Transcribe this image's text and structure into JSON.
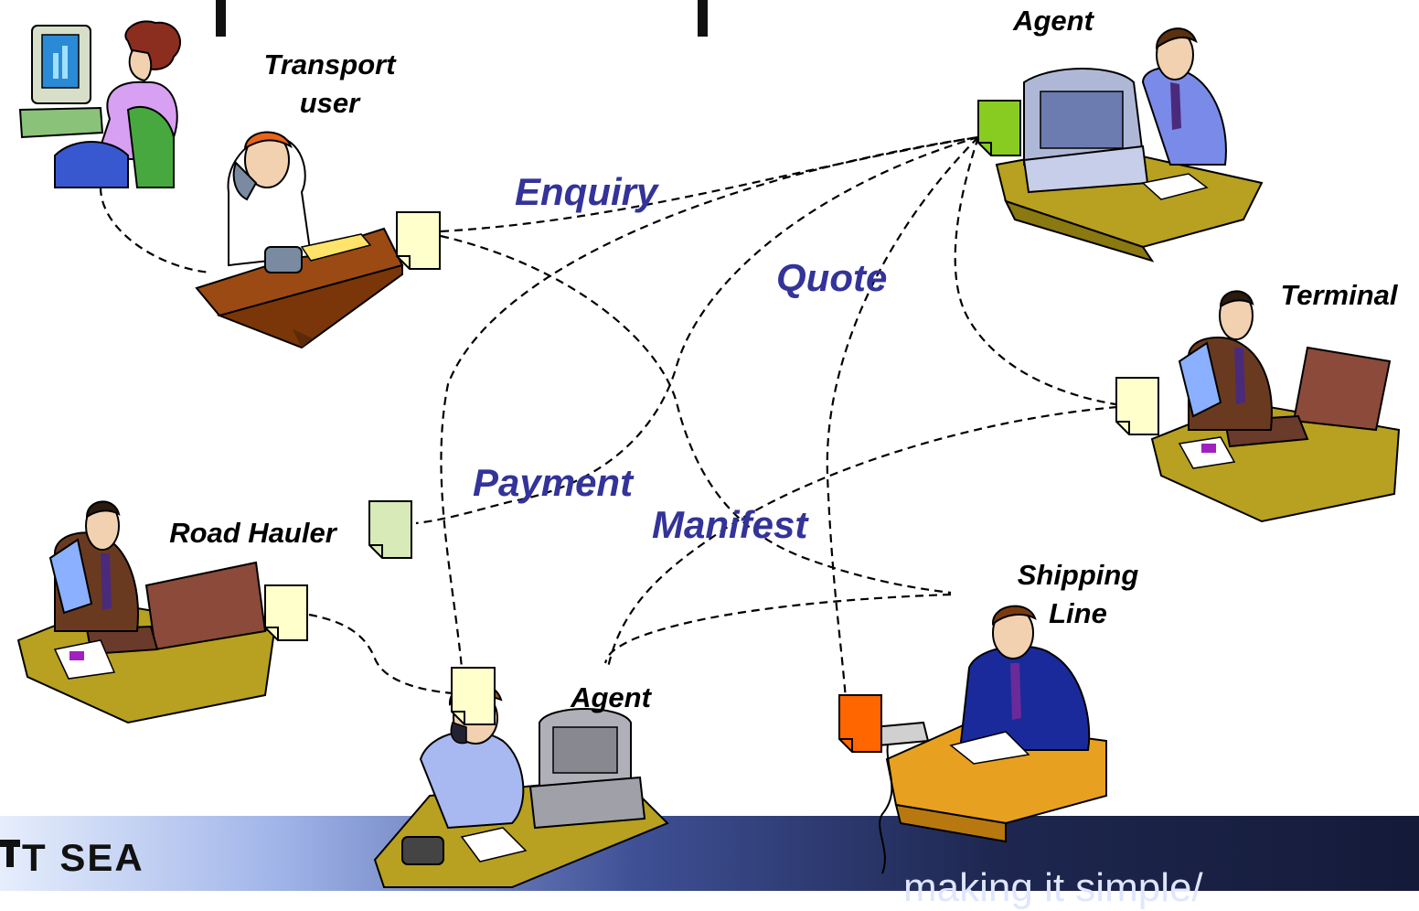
{
  "roles": {
    "transport_user": "Transport\nuser",
    "agent_top": "Agent",
    "terminal": "Terminal",
    "road_hauler": "Road Hauler",
    "agent_bottom": "Agent",
    "shipping_line": "Shipping\nLine"
  },
  "messages": {
    "enquiry": "Enquiry",
    "quote": "Quote",
    "payment": "Payment",
    "manifest": "Manifest"
  },
  "footer": {
    "logo_text": "T SEA",
    "tagline": "making it simple/"
  },
  "colors": {
    "message_label": "#333399",
    "doc_pale_yellow": "#FFFFCC",
    "doc_green": "#88CC22",
    "doc_pale_green": "#D8EAB8",
    "doc_orange": "#FF6600",
    "footer_dark": "#1A2140"
  }
}
